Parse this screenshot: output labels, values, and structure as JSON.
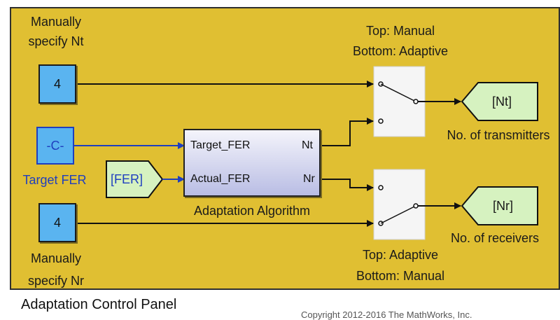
{
  "panel": {
    "title": "Adaptation Control Panel",
    "copyright": "Copyright 2012-2016 The MathWorks, Inc.",
    "background": "#e0bf32"
  },
  "blocks": {
    "nt_const": {
      "value": "4",
      "label_line1": "Manually",
      "label_line2": "specify Nt"
    },
    "target_const": {
      "value": "-C-",
      "label": "Target FER"
    },
    "nr_const": {
      "value": "4",
      "label_line1": "Manually",
      "label_line2": "specify Nr"
    },
    "fer_from": {
      "value": "[FER]"
    },
    "adaptation": {
      "label": "Adaptation Algorithm",
      "in_ports": [
        "Target_FER",
        "Actual_FER"
      ],
      "out_ports": [
        "Nt",
        "Nr"
      ]
    },
    "switch_top": {
      "label_line1": "Top: Manual",
      "label_line2": "Bottom: Adaptive"
    },
    "switch_bottom": {
      "label_line1": "Top: Adaptive",
      "label_line2": "Bottom: Manual"
    },
    "goto_nt": {
      "value": "[Nt]",
      "label": "No. of transmitters"
    },
    "goto_nr": {
      "value": "[Nr]",
      "label": "No. of receivers"
    }
  }
}
